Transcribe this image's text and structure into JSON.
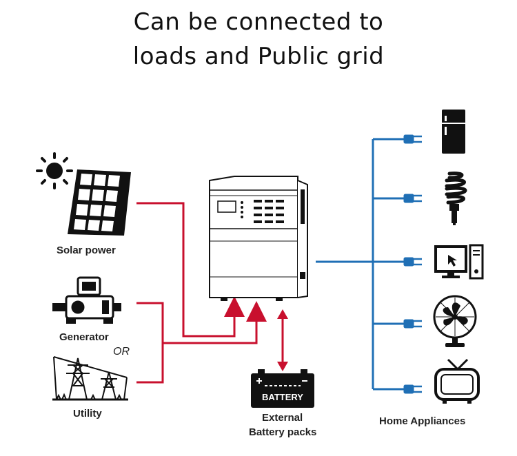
{
  "title": {
    "line1": "Can be connected to",
    "line2": "loads and Public grid"
  },
  "sources": {
    "solar": "Solar power",
    "generator": "Generator",
    "or": "OR",
    "utility": "Utility"
  },
  "battery": {
    "label": "BATTERY",
    "caption_line1": "External",
    "caption_line2": "Battery packs"
  },
  "loads": {
    "caption": "Home Appliances",
    "icons": [
      "refrigerator-icon",
      "lightbulb-icon",
      "computer-icon",
      "fan-icon",
      "tv-icon"
    ]
  },
  "colors": {
    "input_lines": "#c8102e",
    "output_lines": "#1f6fb5"
  }
}
